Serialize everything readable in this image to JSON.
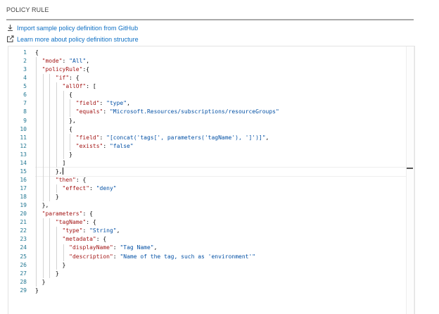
{
  "section": {
    "title": "POLICY RULE"
  },
  "links": [
    {
      "icon": "download-icon",
      "label": "Import sample policy definition from GitHub"
    },
    {
      "icon": "external-link-icon",
      "label": "Learn more about policy definition structure"
    }
  ],
  "editor": {
    "cursor_line": 15,
    "lines": [
      {
        "n": "1",
        "indent": 0,
        "tokens": [
          [
            "p",
            "{"
          ]
        ]
      },
      {
        "n": "2",
        "indent": 1,
        "tokens": [
          [
            "k",
            "\"mode\""
          ],
          [
            "p",
            ": "
          ],
          [
            "s",
            "\"All\""
          ],
          [
            "p",
            ","
          ]
        ]
      },
      {
        "n": "3",
        "indent": 1,
        "tokens": [
          [
            "k",
            "\"policyRule\""
          ],
          [
            "p",
            ":{"
          ]
        ]
      },
      {
        "n": "4",
        "indent": 3,
        "tokens": [
          [
            "k",
            "\"if\""
          ],
          [
            "p",
            ": {"
          ]
        ]
      },
      {
        "n": "5",
        "indent": 4,
        "tokens": [
          [
            "k",
            "\"allOf\""
          ],
          [
            "p",
            ": ["
          ]
        ]
      },
      {
        "n": "6",
        "indent": 5,
        "tokens": [
          [
            "p",
            "{"
          ]
        ]
      },
      {
        "n": "7",
        "indent": 6,
        "tokens": [
          [
            "k",
            "\"field\""
          ],
          [
            "p",
            ": "
          ],
          [
            "s",
            "\"type\""
          ],
          [
            "p",
            ","
          ]
        ]
      },
      {
        "n": "8",
        "indent": 6,
        "tokens": [
          [
            "k",
            "\"equals\""
          ],
          [
            "p",
            ": "
          ],
          [
            "s",
            "\"Microsoft.Resources/subscriptions/resourceGroups\""
          ]
        ]
      },
      {
        "n": "9",
        "indent": 5,
        "tokens": [
          [
            "p",
            "},"
          ]
        ]
      },
      {
        "n": "10",
        "indent": 5,
        "tokens": [
          [
            "p",
            "{"
          ]
        ]
      },
      {
        "n": "11",
        "indent": 6,
        "tokens": [
          [
            "k",
            "\"field\""
          ],
          [
            "p",
            ": "
          ],
          [
            "s",
            "\"[concat('tags[', parameters('tagName'), ']')]\""
          ],
          [
            "p",
            ","
          ]
        ]
      },
      {
        "n": "12",
        "indent": 6,
        "tokens": [
          [
            "k",
            "\"exists\""
          ],
          [
            "p",
            ": "
          ],
          [
            "s",
            "\"false\""
          ]
        ]
      },
      {
        "n": "13",
        "indent": 5,
        "tokens": [
          [
            "p",
            "}"
          ]
        ]
      },
      {
        "n": "14",
        "indent": 4,
        "tokens": [
          [
            "p",
            "]"
          ]
        ]
      },
      {
        "n": "15",
        "indent": 3,
        "tokens": [
          [
            "p",
            "},"
          ]
        ]
      },
      {
        "n": "16",
        "indent": 3,
        "tokens": [
          [
            "k",
            "\"then\""
          ],
          [
            "p",
            ": {"
          ]
        ]
      },
      {
        "n": "17",
        "indent": 4,
        "tokens": [
          [
            "k",
            "\"effect\""
          ],
          [
            "p",
            ": "
          ],
          [
            "s",
            "\"deny\""
          ]
        ]
      },
      {
        "n": "18",
        "indent": 3,
        "tokens": [
          [
            "p",
            "}"
          ]
        ]
      },
      {
        "n": "19",
        "indent": 1,
        "tokens": [
          [
            "p",
            "},"
          ]
        ]
      },
      {
        "n": "20",
        "indent": 1,
        "tokens": [
          [
            "k",
            "\"parameters\""
          ],
          [
            "p",
            ": {"
          ]
        ]
      },
      {
        "n": "21",
        "indent": 3,
        "tokens": [
          [
            "k",
            "\"tagName\""
          ],
          [
            "p",
            ": {"
          ]
        ]
      },
      {
        "n": "22",
        "indent": 4,
        "tokens": [
          [
            "k",
            "\"type\""
          ],
          [
            "p",
            ": "
          ],
          [
            "s",
            "\"String\""
          ],
          [
            "p",
            ","
          ]
        ]
      },
      {
        "n": "23",
        "indent": 4,
        "tokens": [
          [
            "k",
            "\"metadata\""
          ],
          [
            "p",
            ": {"
          ]
        ]
      },
      {
        "n": "24",
        "indent": 5,
        "tokens": [
          [
            "k",
            "\"displayName\""
          ],
          [
            "p",
            ": "
          ],
          [
            "s",
            "\"Tag Name\""
          ],
          [
            "p",
            ","
          ]
        ]
      },
      {
        "n": "25",
        "indent": 5,
        "tokens": [
          [
            "k",
            "\"description\""
          ],
          [
            "p",
            ": "
          ],
          [
            "s",
            "\"Name of the tag, such as 'environment'\""
          ]
        ]
      },
      {
        "n": "26",
        "indent": 4,
        "tokens": [
          [
            "p",
            "}"
          ]
        ]
      },
      {
        "n": "27",
        "indent": 3,
        "tokens": [
          [
            "p",
            "}"
          ]
        ]
      },
      {
        "n": "28",
        "indent": 1,
        "tokens": [
          [
            "p",
            "}"
          ]
        ]
      },
      {
        "n": "29",
        "indent": 0,
        "tokens": [
          [
            "p",
            "}"
          ]
        ]
      }
    ]
  }
}
